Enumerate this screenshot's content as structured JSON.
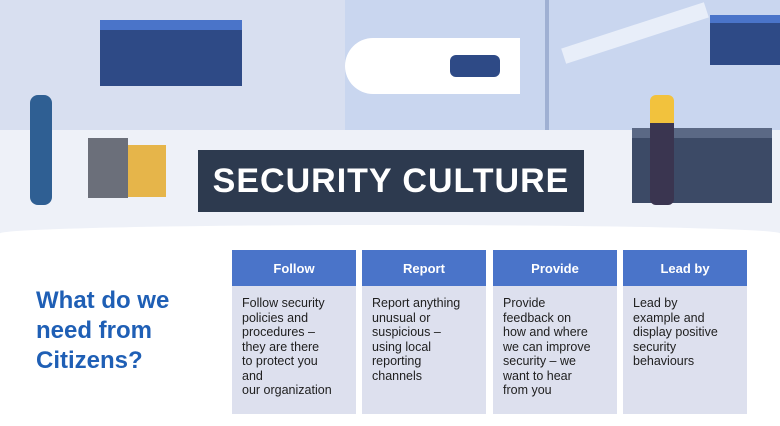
{
  "banner": {
    "title": "SECURITY CULTURE"
  },
  "question": "What do we need from Citizens?",
  "columns": [
    {
      "header": "Follow",
      "body": "Follow security\npolicies and\nprocedures –\nthey are there\nto protect you\nand\nour organization"
    },
    {
      "header": "Report",
      "body": "Report anything\nunusual or\nsuspicious –\nusing local\nreporting\nchannels"
    },
    {
      "header": "Provide",
      "body": "Provide\nfeedback on\nhow and where\nwe can improve\nsecurity  – we\nwant to hear\nfrom you"
    },
    {
      "header": "Lead by",
      "body": "Lead by\nexample and\ndisplay positive\nsecurity\nbehaviours"
    }
  ]
}
